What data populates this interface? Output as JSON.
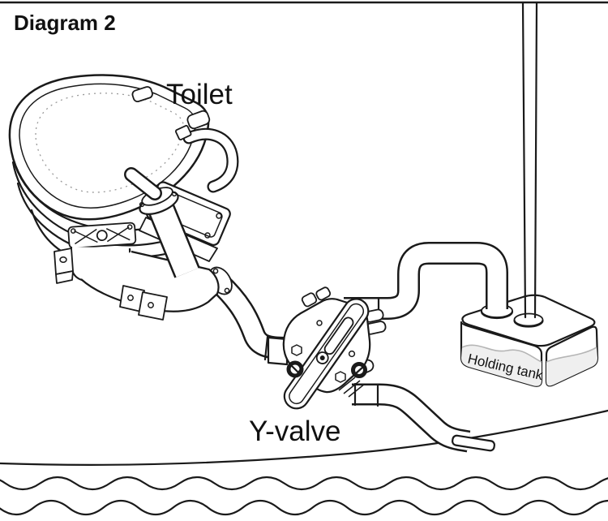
{
  "diagram": {
    "title": "Diagram 2",
    "labels": {
      "toilet": "Toilet",
      "y_valve": "Y-valve",
      "holding_tank": "Holding tank"
    },
    "components": [
      "toilet",
      "y-valve",
      "holding-tank",
      "vent-mast-pipe",
      "tank-loop-pipe",
      "overboard-discharge-pipe",
      "through-hull-fitting",
      "hull",
      "sea-waves"
    ],
    "colors": {
      "line": "#1a1a1a",
      "background": "#ffffff",
      "tank_shade": "#efefef",
      "liquid_line": "#b5b5b5"
    }
  }
}
